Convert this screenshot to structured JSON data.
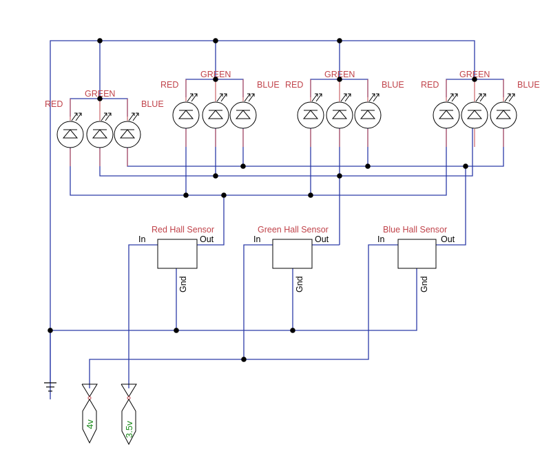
{
  "led_groups": [
    {
      "red": "RED",
      "green": "GREEN",
      "blue": "BLUE"
    },
    {
      "red": "RED",
      "green": "GREEN",
      "blue": "BLUE"
    },
    {
      "red": "RED",
      "green": "GREEN",
      "blue": "BLUE"
    },
    {
      "red": "RED",
      "green": "GREEN",
      "blue": "BLUE"
    }
  ],
  "sensors": [
    {
      "title": "Red Hall Sensor",
      "in": "In",
      "out": "Out",
      "gnd": "Gnd"
    },
    {
      "title": "Green Hall Sensor",
      "in": "In",
      "out": "Out",
      "gnd": "Gnd"
    },
    {
      "title": "Blue Hall Sensor",
      "in": "In",
      "out": "Out",
      "gnd": "Gnd"
    }
  ],
  "sources": [
    {
      "label": "4v"
    },
    {
      "label": "3.5v"
    }
  ]
}
